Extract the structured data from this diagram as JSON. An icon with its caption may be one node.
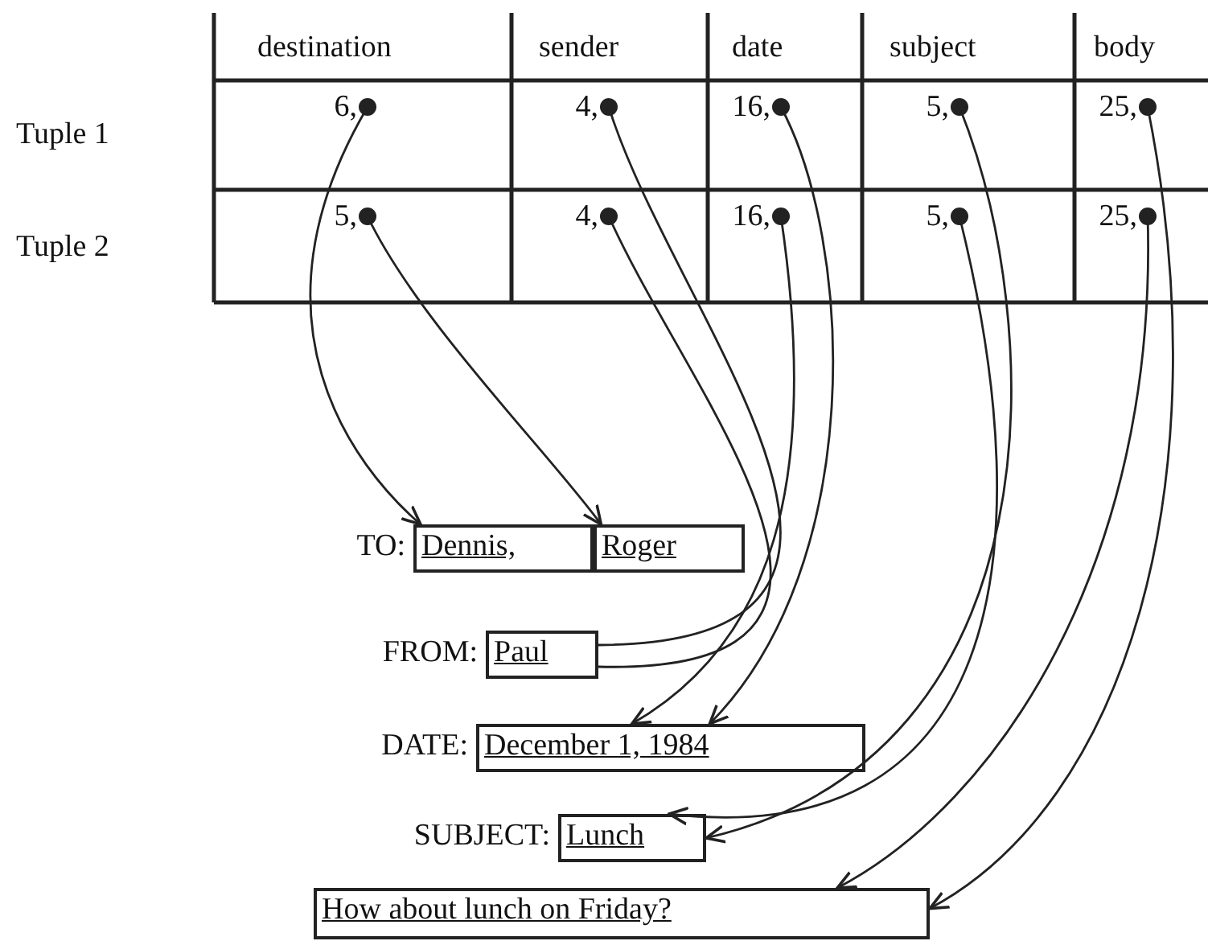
{
  "diagram": {
    "nodes": [
      {
        "text": [
          "6,"
        ]
      },
      {
        "text": [
          "4,"
        ]
      },
      {
        "text": [
          "16,"
        ]
      },
      {
        "text": [
          "5,"
        ]
      },
      {
        "text": [
          "25,"
        ]
      },
      {
        "text": [
          "5,"
        ]
      },
      {
        "text": [
          "4,"
        ]
      },
      {
        "text": [
          "16,"
        ]
      },
      {
        "text": [
          "5,"
        ]
      },
      {
        "text": [
          "25,"
        ]
      },
      {
        "text": [
          "Dennis,"
        ],
        "beside": [
          "TO:"
        ]
      },
      {
        "text": [
          "Roger"
        ]
      },
      {
        "text": [
          "Paul"
        ],
        "beside": [
          "FROM:"
        ]
      },
      {
        "text": [
          "December 1, 1984"
        ],
        "beside": [
          "DATE:"
        ]
      },
      {
        "text": [
          "Lunch"
        ],
        "beside": [
          "SUBJECT:"
        ]
      },
      {
        "text": [
          "How about lunch on Friday?"
        ]
      }
    ],
    "edges": [
      {
        "from": 0,
        "to": 10,
        "arrow": "to"
      },
      {
        "from": 1,
        "to": 12,
        "arrow": "none"
      },
      {
        "from": 2,
        "to": 13,
        "arrow": "to"
      },
      {
        "from": 3,
        "to": 14,
        "arrow": "to"
      },
      {
        "from": 4,
        "to": 15,
        "arrow": "to"
      },
      {
        "from": 5,
        "to": 11,
        "arrow": "to"
      },
      {
        "from": 6,
        "to": 12,
        "arrow": "none"
      },
      {
        "from": 7,
        "to": 13,
        "arrow": "to"
      },
      {
        "from": 8,
        "to": 14,
        "arrow": "to"
      },
      {
        "from": 9,
        "to": 15,
        "arrow": "to"
      }
    ],
    "labels": [
      "destination",
      "sender",
      "date",
      "subject",
      "body",
      "Tuple 1",
      "Tuple 2"
    ]
  }
}
